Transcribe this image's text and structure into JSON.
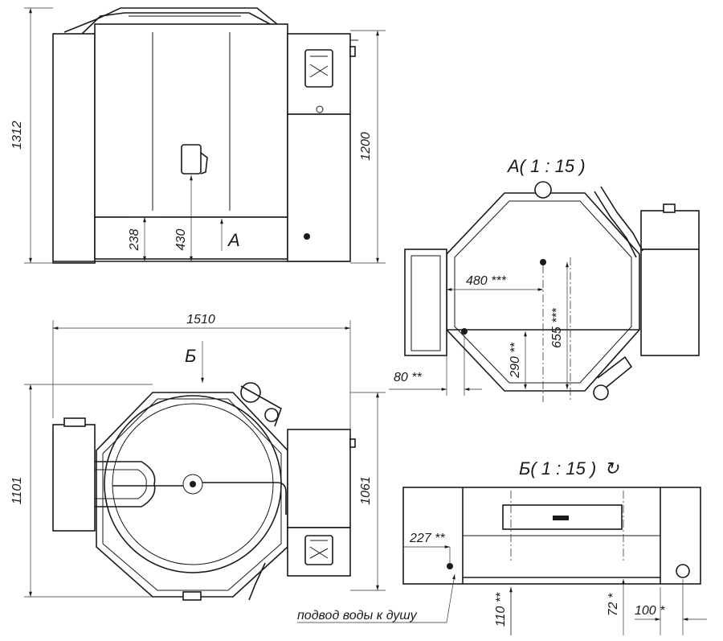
{
  "front_view": {
    "dim_total_height": "1312",
    "dim_body_height": "1200",
    "dim_238": "238",
    "dim_430": "430",
    "arrow_label": "А"
  },
  "top_view": {
    "dim_width": "1510",
    "dim_depth": "1101",
    "dim_1061": "1061",
    "arrow_label": "Б"
  },
  "view_a": {
    "title": "А( 1 : 15 )",
    "dim_480": "480 ***",
    "dim_655": "655 ***",
    "dim_290": "290 **",
    "dim_80": "80 **"
  },
  "view_b": {
    "title": "Б( 1 : 15 )",
    "rotate_symbol": "↻",
    "dim_227": "227 **",
    "dim_110": "110 **",
    "dim_72": "72 *",
    "dim_100": "100 *",
    "water_note": "подвод воды к душу"
  },
  "colors": {
    "ink": "#1a1a1a",
    "paper": "#ffffff"
  }
}
